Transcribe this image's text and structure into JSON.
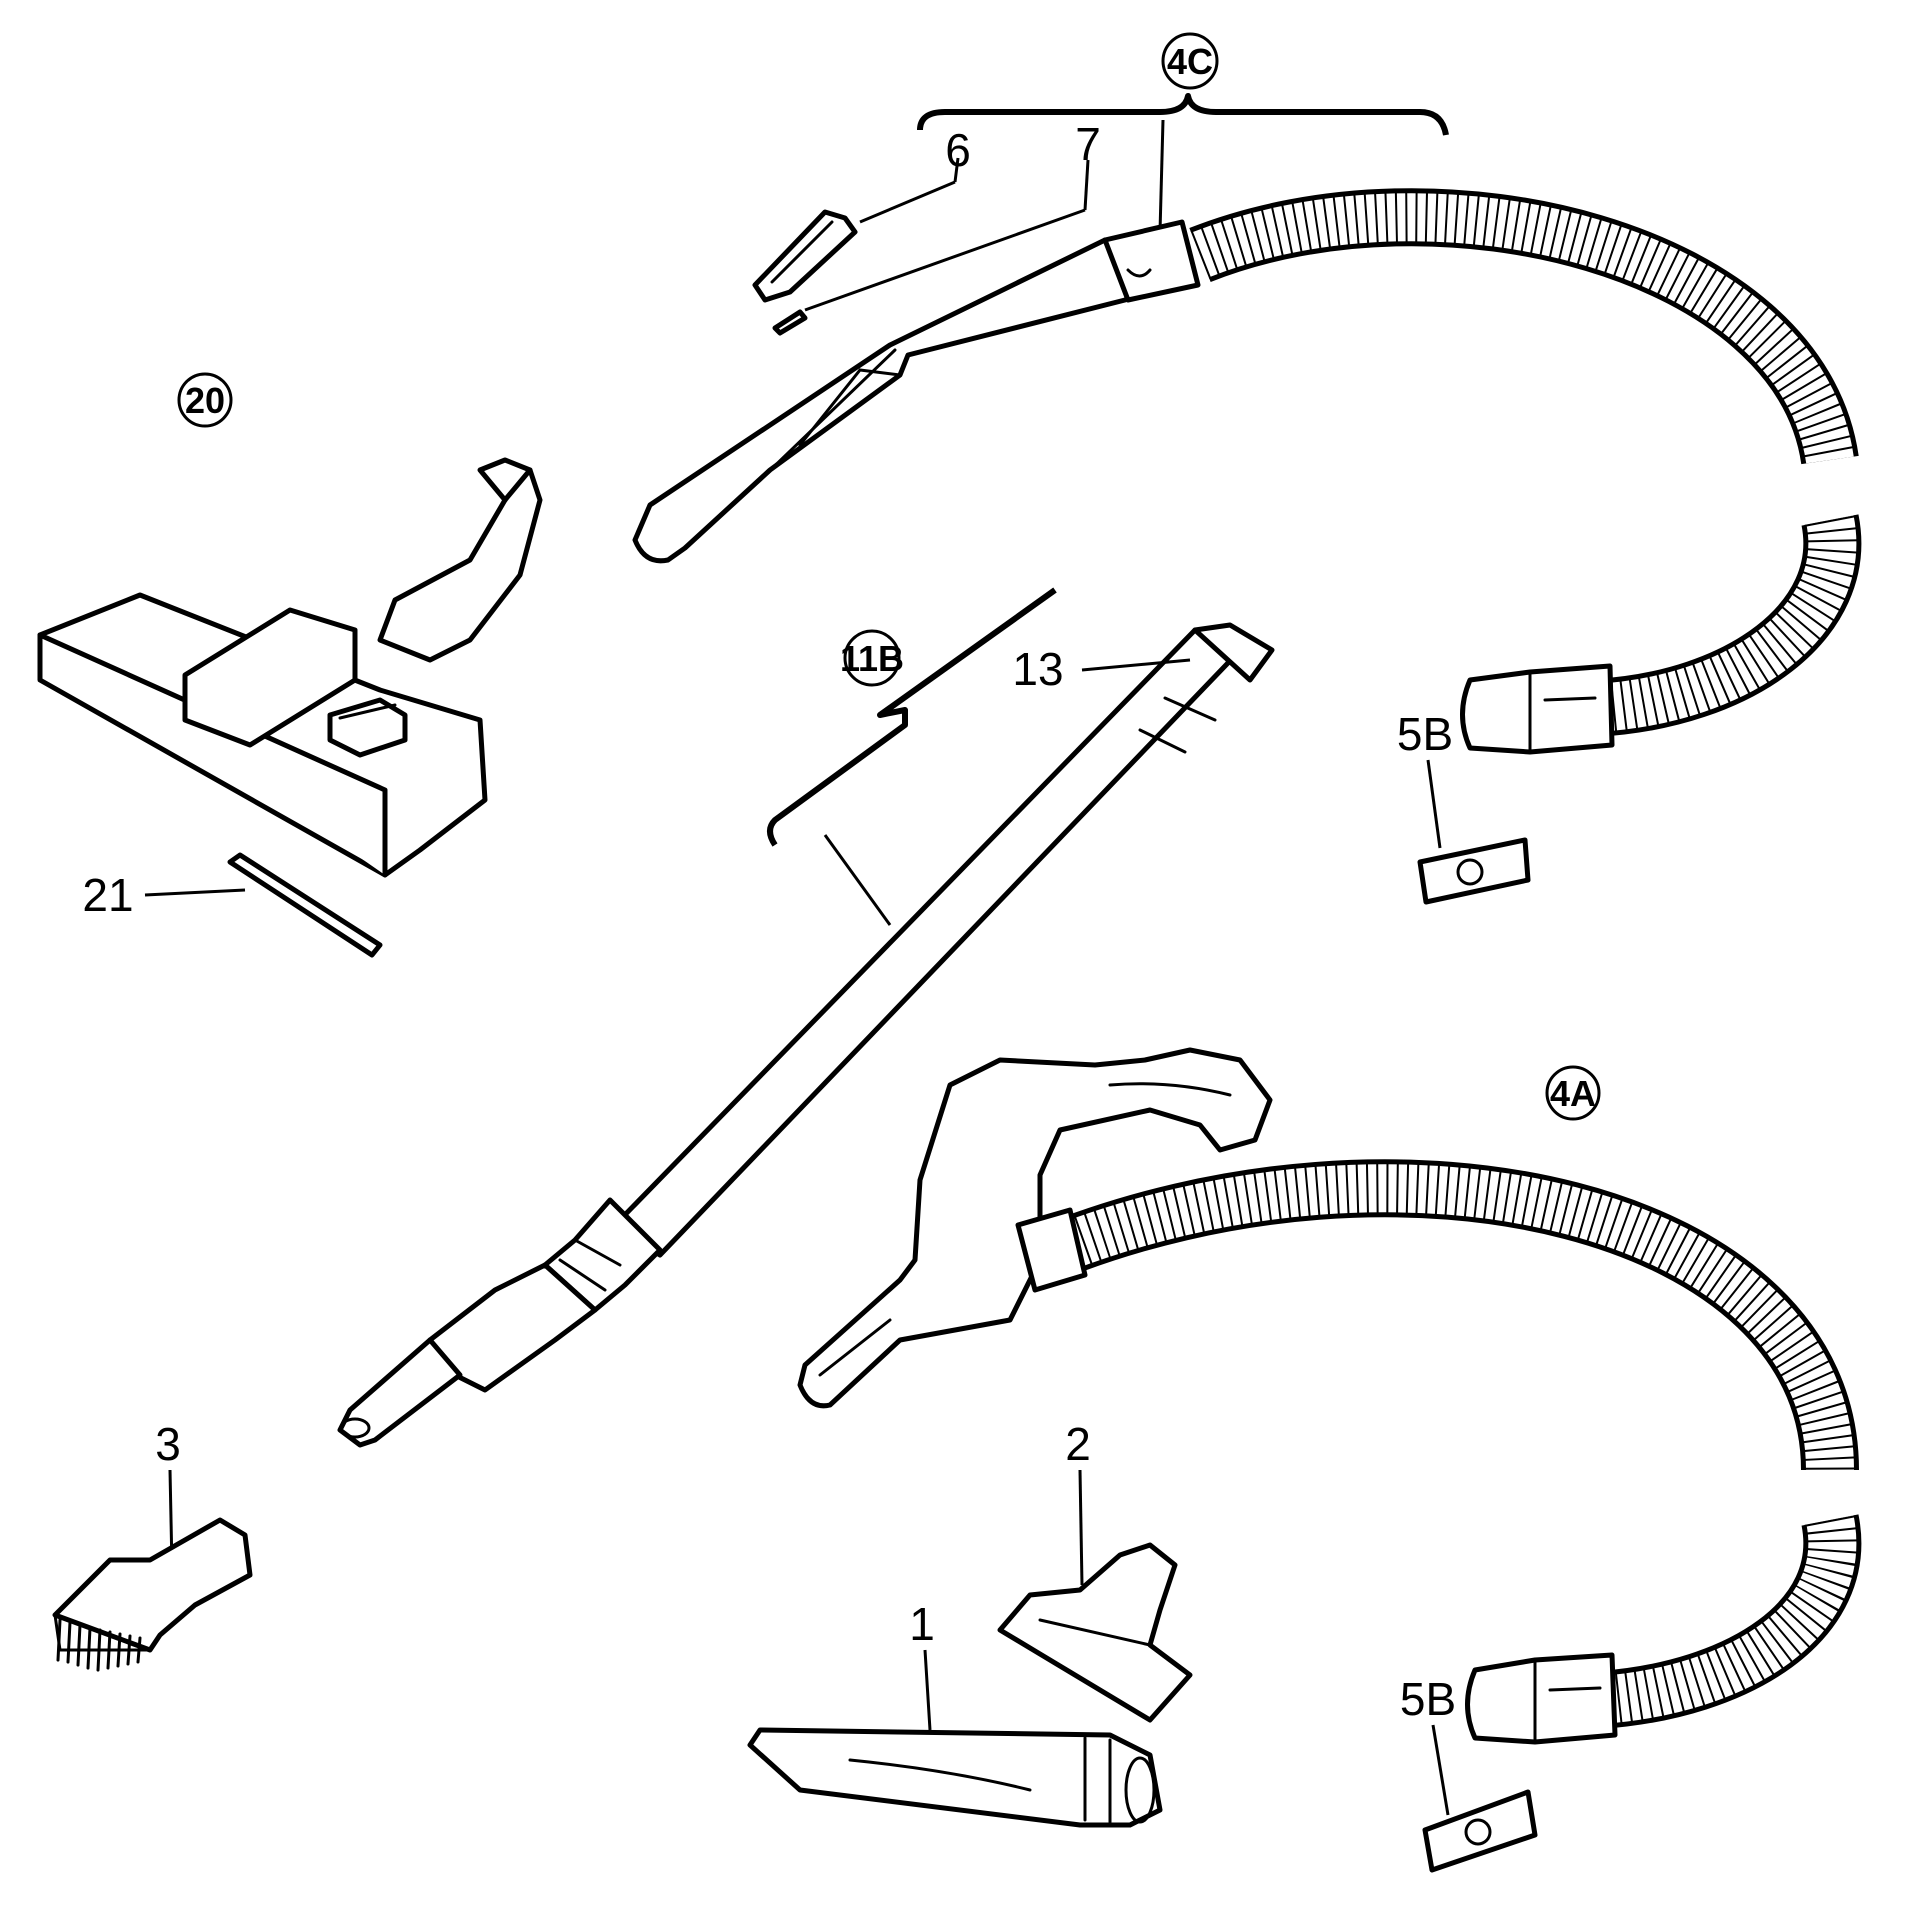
{
  "labels": {
    "assembly_4c": "4C",
    "part_6": "6",
    "part_7": "7",
    "assembly_20": "20",
    "assembly_11b": "11B",
    "part_13": "13",
    "part_5b_upper": "5B",
    "part_21": "21",
    "assembly_4a": "4A",
    "part_3": "3",
    "part_2": "2",
    "part_1": "1",
    "part_5b_lower": "5B"
  }
}
